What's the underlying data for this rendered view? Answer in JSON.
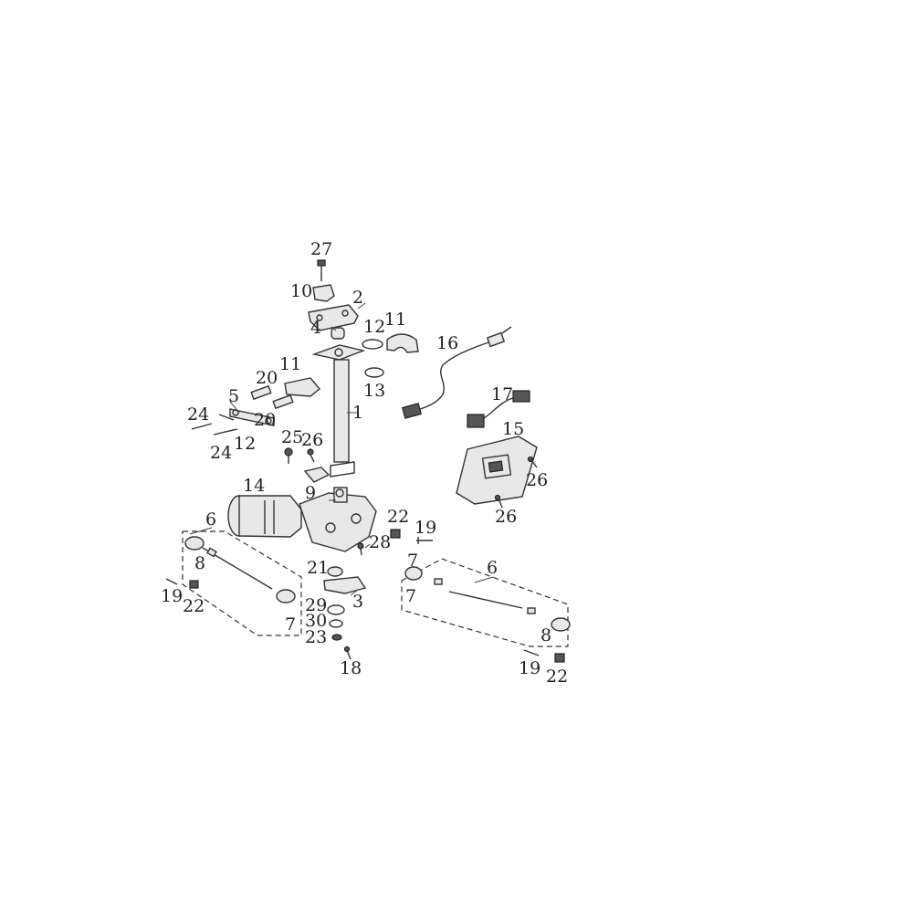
{
  "callouts": {
    "c1": "1",
    "c2": "2",
    "c3": "3",
    "c4": "4",
    "c5": "5",
    "c6_left": "6",
    "c6_right": "6",
    "c7_left": "7",
    "c7_mid": "7",
    "c7_right": "7",
    "c8_left": "8",
    "c8_right": "8",
    "c9": "9",
    "c10": "10",
    "c11_top": "11",
    "c11_left": "11",
    "c12_top": "12",
    "c12_left": "12",
    "c13": "13",
    "c14": "14",
    "c15": "15",
    "c16": "16",
    "c17": "17",
    "c18": "18",
    "c19_left": "19",
    "c19_mid": "19",
    "c19_right": "19",
    "c20_top": "20",
    "c20_bottom": "20",
    "c21": "21",
    "c22_top": "22",
    "c22_left": "22",
    "c22_right": "22",
    "c23": "23",
    "c24_top": "24",
    "c24_bottom": "24",
    "c25": "25",
    "c26_mid": "26",
    "c26_right": "26",
    "c26_bottom": "26",
    "c27": "27",
    "c28": "28",
    "c29": "29",
    "c30": "30"
  }
}
